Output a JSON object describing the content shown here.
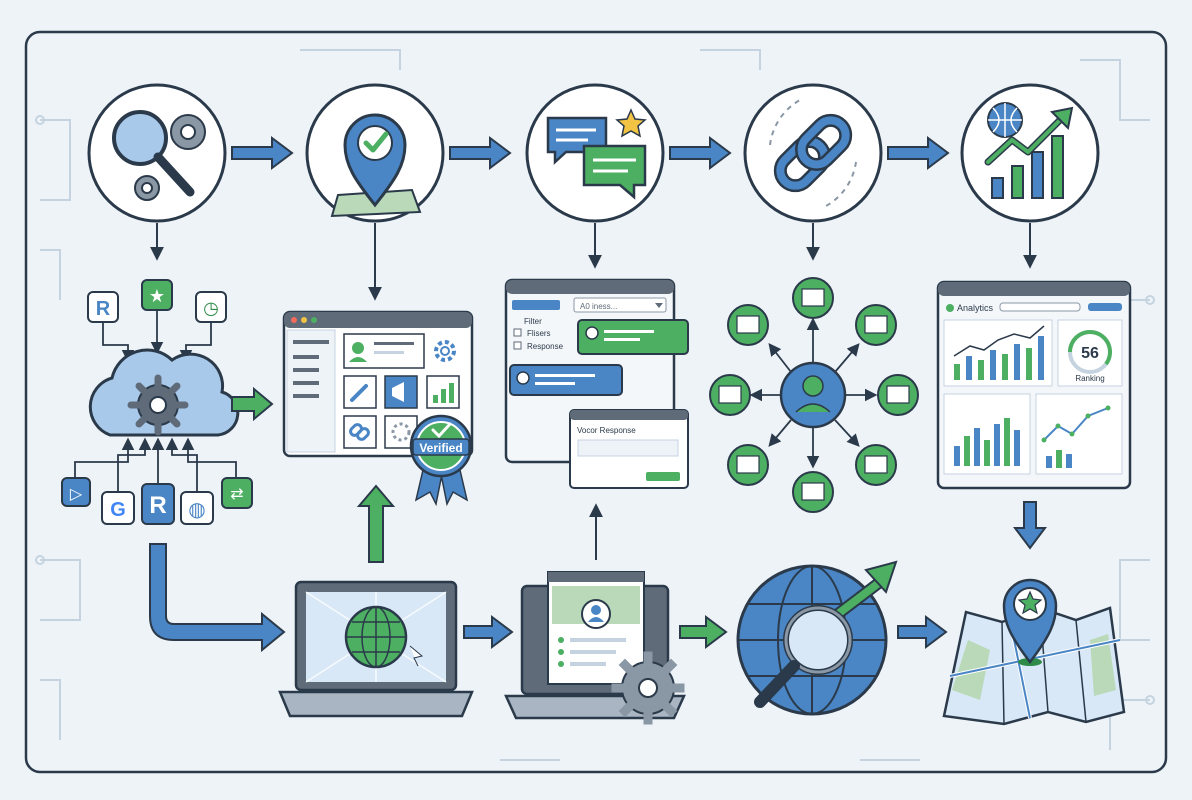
{
  "colors": {
    "background": "#eef3f8",
    "outline": "#2b3a4a",
    "blue": "#4a86c5",
    "blue_light": "#a9c9ea",
    "green": "#4caf62",
    "green_dark": "#2e8b47",
    "panel": "#ffffff",
    "panel_dark": "#5f6b78",
    "circuit": "#c5d3e0"
  },
  "icons": {
    "step1": "magnifier-gears-icon",
    "step2": "location-pin-check-icon",
    "step3": "chat-bubbles-star-icon",
    "step4": "chain-link-icon",
    "step5": "globe-growth-chart-icon",
    "hub": "cloud-gear-icon",
    "hub_network": "user-network-icon",
    "laptop1": "laptop-globe-icon",
    "laptop2": "laptop-profile-gear-icon",
    "globe": "globe-magnifier-arrow-icon",
    "map": "map-pin-star-icon"
  },
  "dashboard": {
    "badge": "Verified"
  },
  "reviews": {
    "filter_1": "Filter",
    "filter_2": "Flisers",
    "filter_3": "Response",
    "dropdown": "A0 iness...",
    "dialog_title": "Vocor Response"
  },
  "analytics": {
    "title": "Analytics",
    "score": "56",
    "score_label": "Ranking"
  },
  "sources": {
    "top": [
      "R",
      "★",
      "◷"
    ],
    "bottom": [
      "▷",
      "G",
      "R",
      "◍",
      "⇄"
    ]
  }
}
